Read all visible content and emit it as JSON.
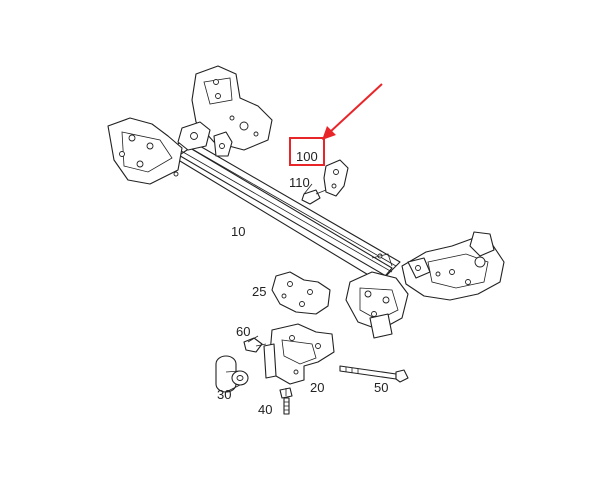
{
  "labels": {
    "part_100": "100",
    "part_110": "110",
    "part_10": "10",
    "part_25": "25",
    "part_60": "60",
    "part_30": "30",
    "part_20": "20",
    "part_50": "50",
    "part_40": "40"
  },
  "colors": {
    "highlight": "#e8262a",
    "line": "#222222",
    "background": "#ffffff"
  }
}
